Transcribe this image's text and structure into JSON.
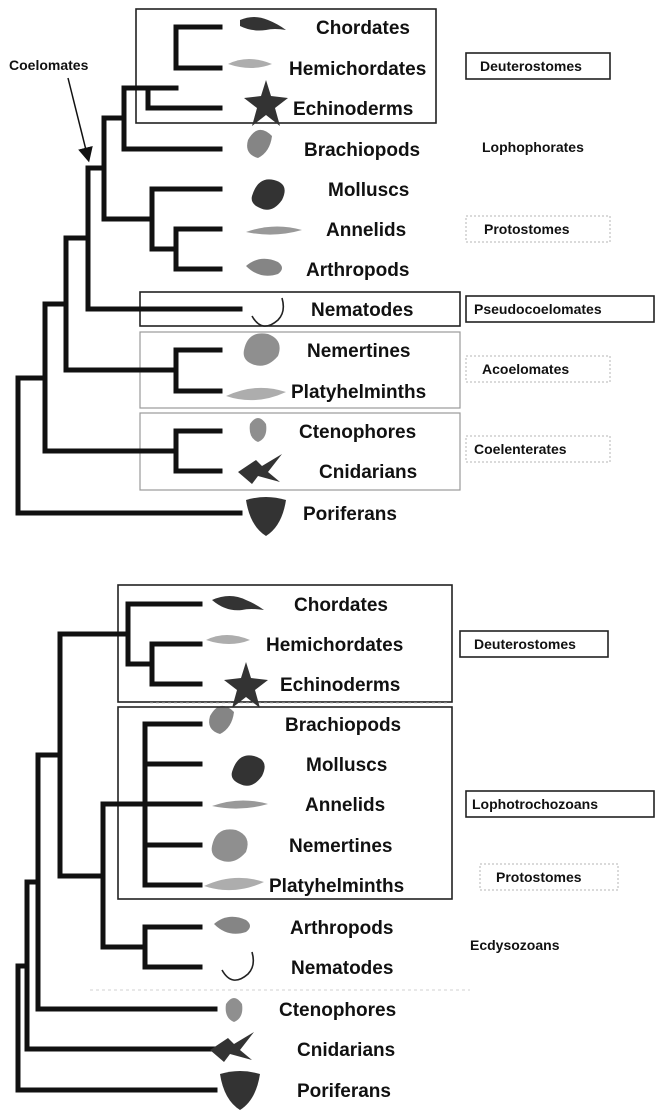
{
  "top_tree": {
    "coelomates_label": "Coelomates",
    "taxa": [
      "Chordates",
      "Hemichordates",
      "Echinoderms",
      "Brachiopods",
      "Molluscs",
      "Annelids",
      "Arthropods",
      "Nematodes",
      "Nemertines",
      "Platyhelminths",
      "Ctenophores",
      "Cnidarians",
      "Poriferans"
    ],
    "groups": [
      "Deuterostomes",
      "Lophophorates",
      "Protostomes",
      "Pseudocoelomates",
      "Acoelomates",
      "Coelenterates"
    ]
  },
  "bottom_tree": {
    "taxa": [
      "Chordates",
      "Hemichordates",
      "Echinoderms",
      "Brachiopods",
      "Molluscs",
      "Annelids",
      "Nemertines",
      "Platyhelminths",
      "Arthropods",
      "Nematodes",
      "Ctenophores",
      "Cnidarians",
      "Poriferans"
    ],
    "groups": [
      "Deuterostomes",
      "Lophotrochozoans",
      "Protostomes",
      "Ecdysozoans"
    ]
  }
}
